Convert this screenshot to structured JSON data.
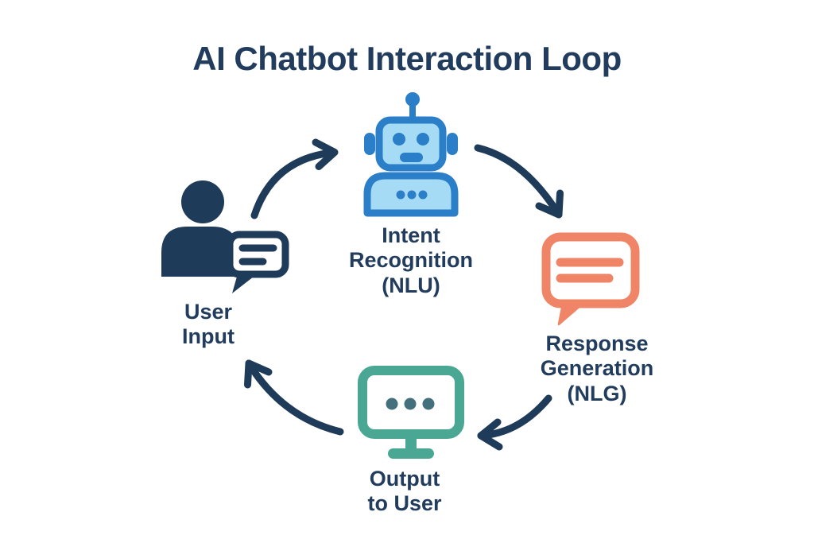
{
  "title": "AI Chatbot Interaction Loop",
  "colors": {
    "bg": "#FFFFFF",
    "navy": "#1F3B5A",
    "text": "#213C5C",
    "blue": "#2B7EC8",
    "blue-light": "#A6DBF5",
    "coral": "#EF8566",
    "teal": "#4AA794",
    "slate": "#44707E"
  },
  "nodes": [
    {
      "id": "user-input",
      "label": "User\nInput",
      "icon": "user-chat-icon",
      "icon_color": "#1F3B5A"
    },
    {
      "id": "intent-recognition",
      "label": "Intent\nRecognition\n(NLU)",
      "icon": "robot-icon",
      "icon_color": "#2B7EC8"
    },
    {
      "id": "response-generation",
      "label": "Response\nGeneration\n(NLG)",
      "icon": "chat-bubble-icon",
      "icon_color": "#EF8566"
    },
    {
      "id": "output-to-user",
      "label": "Output\nto User",
      "icon": "monitor-icon",
      "icon_color": "#4AA794"
    }
  ],
  "arrows": [
    {
      "from": "user-input",
      "to": "intent-recognition"
    },
    {
      "from": "intent-recognition",
      "to": "response-generation"
    },
    {
      "from": "response-generation",
      "to": "output-to-user"
    },
    {
      "from": "output-to-user",
      "to": "user-input"
    }
  ]
}
